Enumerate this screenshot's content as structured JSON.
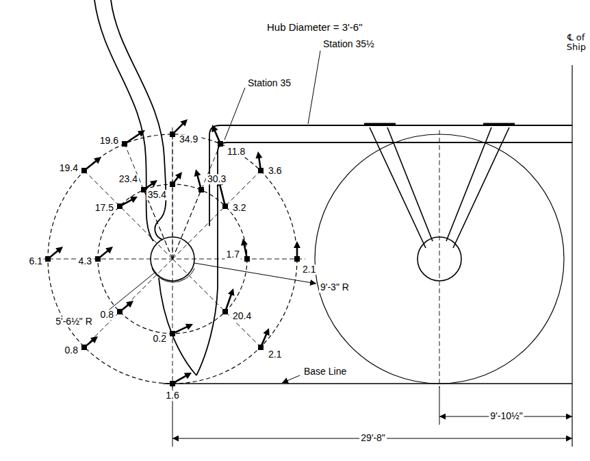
{
  "diagram": {
    "labels": [
      "Hub Diameter = 3'-6\"",
      "℄ of Ship",
      "Station 35½",
      "Station 35",
      "34.9",
      "19.6",
      "11.8",
      "19.4",
      "23.4",
      "35.4",
      "30.3",
      "3.6",
      "17.5",
      "3.2",
      "6.1",
      "4.3",
      "1.7",
      "2.1",
      "0.8",
      "20.4",
      "0.8",
      "0.2",
      "2.1",
      "1.6",
      "5'-6½\" R",
      "9'-3\" R",
      "Base Line",
      "9'-10½\"",
      "29'-8\""
    ]
  }
}
